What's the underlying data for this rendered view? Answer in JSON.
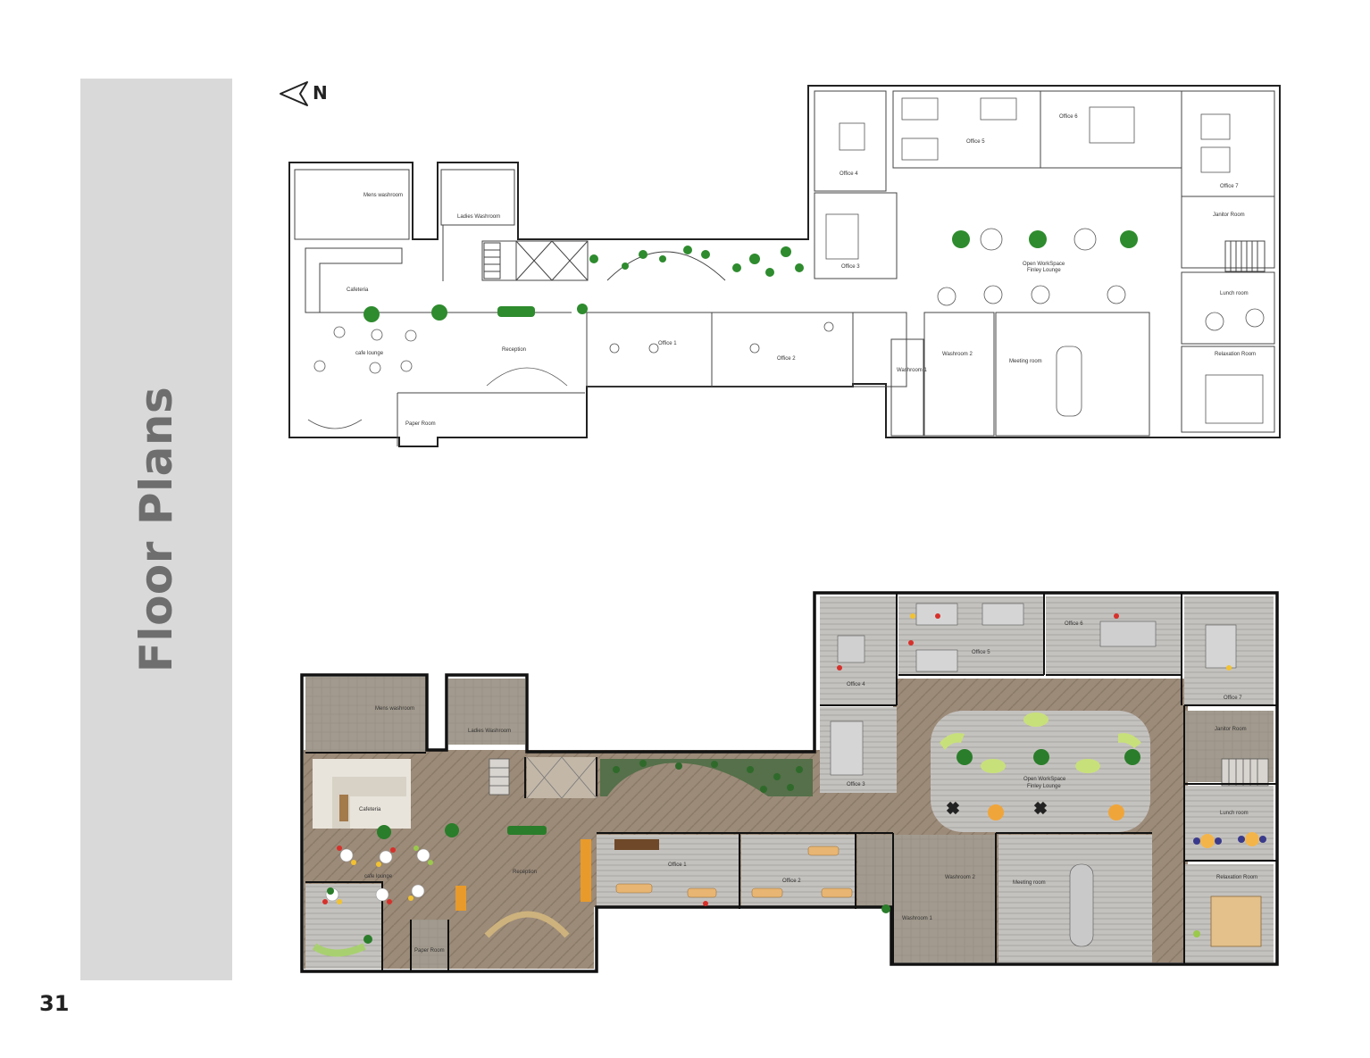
{
  "page": {
    "title": "Floor Plans",
    "page_number": "31",
    "north_label": "N"
  },
  "rooms_top": {
    "mens_washroom": "Mens washroom",
    "ladies_washroom": "Ladies Washroom",
    "cafeteria": "Cafeteria",
    "cafe_lounge": "cafe lounge",
    "reception": "Reception",
    "paper_room": "Paper Room",
    "office1": "Office 1",
    "office2": "Office 2",
    "office3": "Office 3",
    "office4": "Office 4",
    "office5": "Office 5",
    "office6": "Office 6",
    "office7": "Office 7",
    "washroom1": "Washroom 1",
    "washroom2": "Washroom 2",
    "meeting_room": "Meeting room",
    "open_workspace": "Open WorkSpace",
    "finley_lounge": "Finley Lounge",
    "janitor_room": "Janitor Room",
    "lunch_room": "Lunch room",
    "relaxation_room": "Relaxation Room"
  },
  "rooms_bottom": {
    "mens_washroom": "Mens washroom",
    "ladies_washroom": "Ladies Washroom",
    "cafeteria": "Cafeteria",
    "cafe_lounge": "cafe lounge",
    "reception": "Reception",
    "paper_room": "Paper Room",
    "office1": "Office 1",
    "office2": "Office 2",
    "office3": "Office 3",
    "office4": "Office 4",
    "office5": "Office 5",
    "office6": "Office 6",
    "office7": "Office 7",
    "washroom1": "Washroom 1",
    "washroom2": "Washroom 2",
    "meeting_room": "Meeting room",
    "open_workspace": "Open WorkSpace",
    "finley_lounge": "Finley Lounge",
    "janitor_room": "Janitor Room",
    "lunch_room": "Lunch room",
    "relaxation_room": "Relaxation Room"
  },
  "colors": {
    "band": "#d9d9d9",
    "title": "#6e6e6e",
    "wall": "#111111",
    "floor_carpet": "#bcbcbc",
    "floor_corridor": "#9a8a78",
    "floor_tile": "#a09688",
    "plant": "#2e8b2e"
  }
}
